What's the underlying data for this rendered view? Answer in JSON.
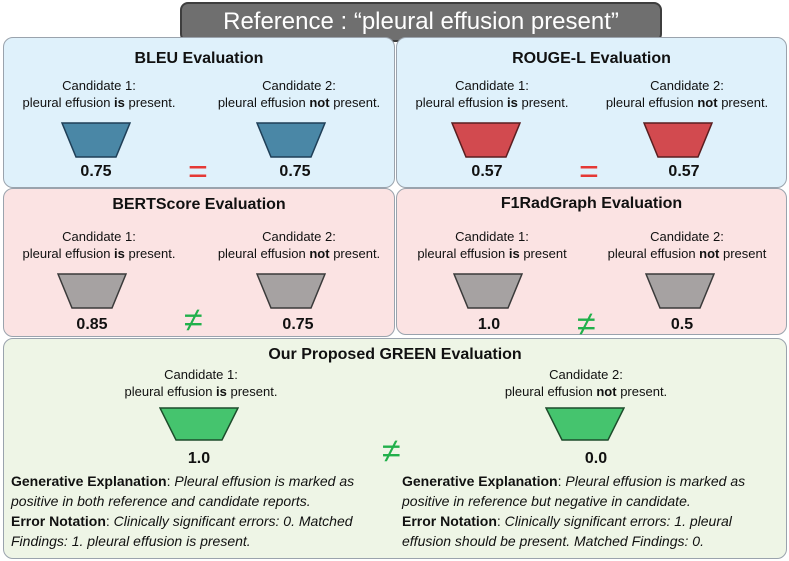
{
  "reference_title": "Reference : “pleural effusion present”",
  "panels": {
    "bleu": {
      "title": "BLEU Evaluation",
      "cand1_label": "Candidate 1:",
      "cand1_pre": "pleural effusion ",
      "cand1_bold": "is",
      "cand1_post": " present.",
      "cand2_label": "Candidate 2:",
      "cand2_pre": "pleural effusion ",
      "cand2_bold": "not",
      "cand2_post": " present.",
      "score1": "0.75",
      "score2": "0.75",
      "relation": "="
    },
    "rouge": {
      "title": "ROUGE-L Evaluation",
      "cand1_label": "Candidate 1:",
      "cand1_pre": "pleural effusion ",
      "cand1_bold": "is",
      "cand1_post": " present.",
      "cand2_label": "Candidate 2:",
      "cand2_pre": "pleural effusion ",
      "cand2_bold": "not",
      "cand2_post": " present.",
      "score1": "0.57",
      "score2": "0.57",
      "relation": "="
    },
    "bertscore": {
      "title": "BERTScore Evaluation",
      "cand1_label": "Candidate 1:",
      "cand1_pre": "pleural effusion ",
      "cand1_bold": "is",
      "cand1_post": " present.",
      "cand2_label": "Candidate 2:",
      "cand2_pre": "pleural effusion ",
      "cand2_bold": "not",
      "cand2_post": " present.",
      "score1": "0.85",
      "score2": "0.75",
      "relation": "≠"
    },
    "f1radgraph": {
      "title": "F1RadGraph Evaluation",
      "cand1_label": "Candidate 1:",
      "cand1_pre": "pleural effusion ",
      "cand1_bold": "is",
      "cand1_post": " present",
      "cand2_label": "Candidate 2:",
      "cand2_pre": "pleural effusion ",
      "cand2_bold": "not",
      "cand2_post": " present",
      "score1": "1.0",
      "score2": "0.5",
      "relation": "≠"
    },
    "green": {
      "title": "Our Proposed GREEN Evaluation",
      "cand1_label": "Candidate 1:",
      "cand1_pre": "pleural effusion ",
      "cand1_bold": "is",
      "cand1_post": " present.",
      "cand2_label": "Candidate 2:",
      "cand2_pre": "pleural effusion ",
      "cand2_bold": "not",
      "cand2_post": " present.",
      "score1": "1.0",
      "score2": "0.0",
      "relation": "≠",
      "left": {
        "gen_label": "Generative Explanation",
        "gen_text": "Pleural effusion is marked as positive in both reference and candidate reports.",
        "err_label": "Error Notation",
        "err_text": "Clinically significant errors: 0. Matched Findings: 1. pleural effusion is present."
      },
      "right": {
        "gen_label": "Generative Explanation",
        "gen_text": "Pleural effusion is marked as positive in reference but negative in candidate.",
        "err_label": "Error Notation",
        "err_text": "Clinically significant errors: 1. pleural effusion should be present. Matched Findings: 0."
      }
    }
  },
  "colors": {
    "bleu_funnel": "#4a87a6",
    "rouge_funnel": "#d24a4f",
    "gray_funnel": "#a6a2a2",
    "green_funnel": "#45c46e"
  }
}
